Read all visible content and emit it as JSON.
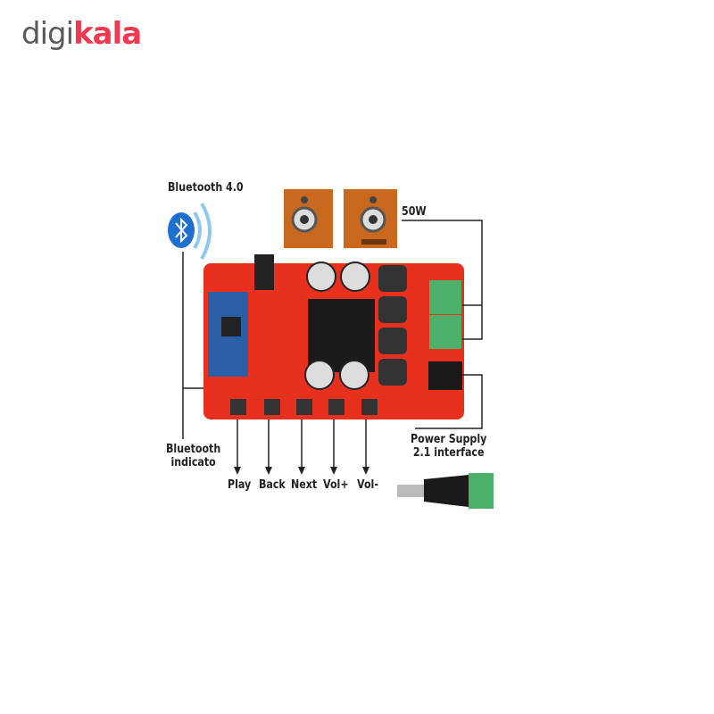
{
  "logo": {
    "part1": "digi",
    "part2": "kala",
    "brand_color": "#ef394e"
  },
  "labels": {
    "bluetooth_version": "Bluetooth 4.0",
    "power": "50W",
    "bluetooth_indicator_line1": "Bluetooth",
    "bluetooth_indicator_line2": "indicato",
    "power_supply_line1": "Power Supply",
    "power_supply_line2": "2.1 interface"
  },
  "buttons": [
    "Play",
    "Back",
    "Next",
    "Vol+",
    "Vol-"
  ],
  "colors": {
    "board": "#e8301f",
    "heatsink": "#1a1a1a",
    "terminal": "#4caf6a",
    "bluetooth": "#1f6fd1",
    "speaker": "#c8691f"
  }
}
